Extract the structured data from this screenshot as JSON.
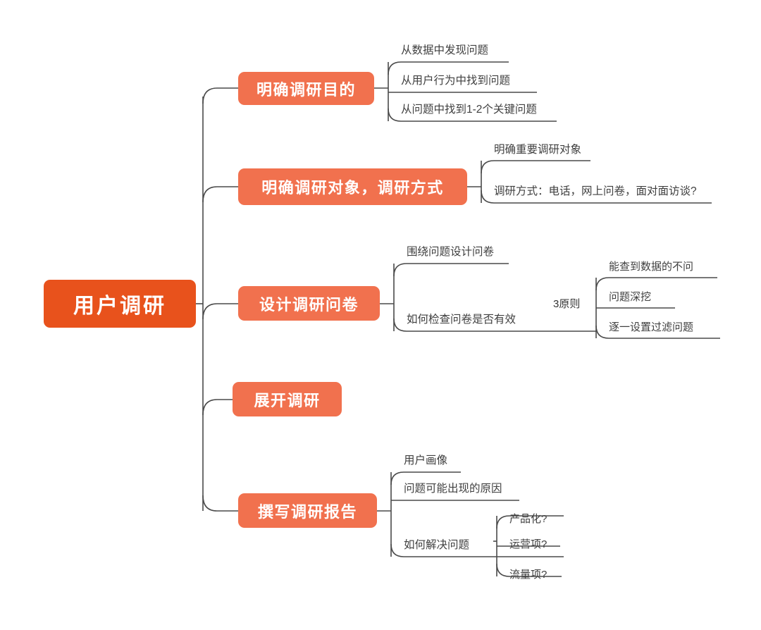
{
  "document": {
    "type": "mindmap",
    "background_color": "#ffffff",
    "stroke_color": "#4a4a4a",
    "root_color": "#e8521c",
    "branch_color": "#f1714e",
    "text_color": "#404040"
  },
  "root": {
    "label": "用户调研"
  },
  "branches": [
    {
      "label": "明确调研目的",
      "leaves": [
        {
          "label": "从数据中发现问题"
        },
        {
          "label": "从用户行为中找到问题"
        },
        {
          "label": "从问题中找到1-2个关键问题"
        }
      ]
    },
    {
      "label": "明确调研对象，调研方式",
      "leaves": [
        {
          "label": "明确重要调研对象"
        },
        {
          "label": "调研方式：电话，网上问卷，面对面访谈?"
        }
      ]
    },
    {
      "label": "设计调研问卷",
      "leaves": [
        {
          "label": "围绕问题设计问卷"
        },
        {
          "label": "如何检查问卷是否有效",
          "edge_label": "3原则",
          "children": [
            {
              "label": "能查到数据的不问"
            },
            {
              "label": "问题深挖"
            },
            {
              "label": "逐一设置过滤问题"
            }
          ]
        }
      ]
    },
    {
      "label": "展开调研",
      "leaves": []
    },
    {
      "label": "撰写调研报告",
      "leaves": [
        {
          "label": "用户画像"
        },
        {
          "label": "问题可能出现的原因"
        },
        {
          "label": "如何解决问题",
          "children": [
            {
              "label": "产品化?"
            },
            {
              "label": "运营项?"
            },
            {
              "label": "流量项?"
            }
          ]
        }
      ]
    }
  ]
}
